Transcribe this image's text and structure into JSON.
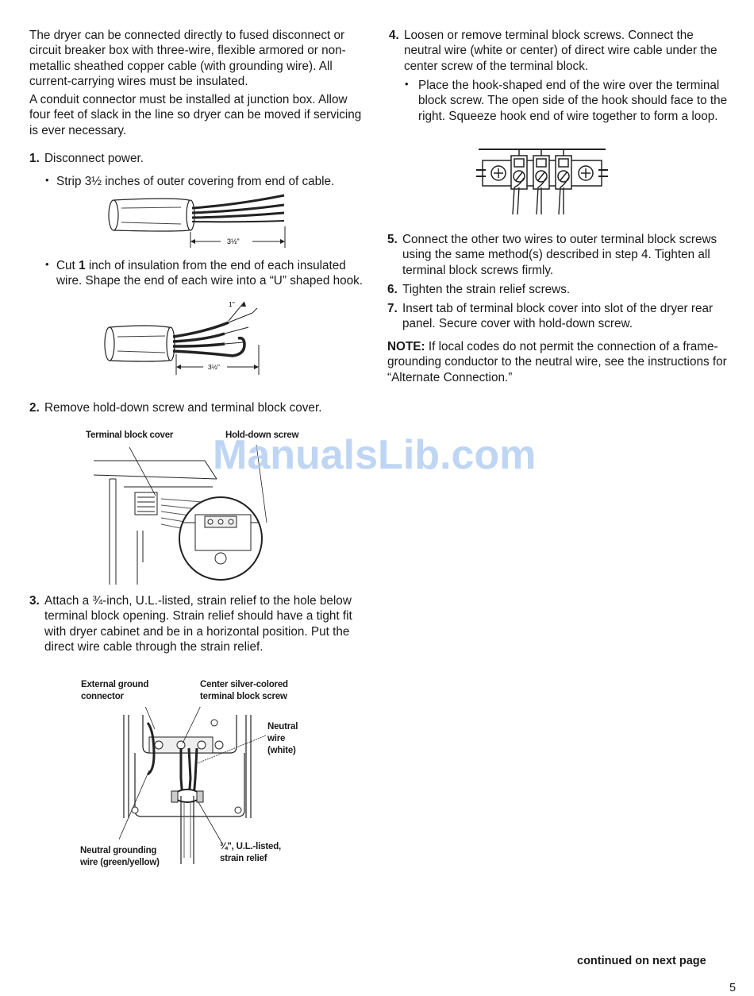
{
  "left_column": {
    "intro_1": "The dryer can be connected directly to fused disconnect or circuit breaker box with three-wire, flexible armored or non-metallic sheathed copper cable (with grounding wire). All current-carrying wires must be insulated.",
    "intro_2": "A conduit connector must be installed at junction box. Allow four feet of slack in the line so dryer can be moved if servicing is ever necessary.",
    "step1_num": "1.",
    "step1_text": "Disconnect power.",
    "step1_bullet1": "Strip 3½ inches of outer covering from end of cable.",
    "fig1_dim": "3½\"",
    "step1_bullet2_pre": "Cut ",
    "step1_bullet2_bold": "1",
    "step1_bullet2_post": " inch of insulation from the end of each insulated wire. Shape the end of each wire into a “U” shaped hook.",
    "fig2_dim_top": "1\"",
    "fig2_dim_bottom": "3½\"",
    "step2_num": "2.",
    "step2_text": "Remove hold-down screw and terminal block cover.",
    "fig3_label_left": "Terminal block cover",
    "fig3_label_right": "Hold-down screw",
    "step3_num": "3.",
    "step3_text": "Attach a ¾-inch, U.L.-listed, strain relief to the hole below terminal block opening. Strain relief should have a tight fit with dryer cabinet and be in a horizontal position. Put the direct wire cable through the strain relief.",
    "fig4_external_ground": "External ground connector",
    "fig4_center_screw": "Center silver-colored terminal block screw",
    "fig4_neutral_wire": "Neutral wire (white)",
    "fig4_neutral_grounding": "Neutral grounding wire (green/yellow)",
    "fig4_strain_relief": "¾\", U.L.-listed, strain relief"
  },
  "right_column": {
    "step4_num": "4.",
    "step4_text": "Loosen or remove terminal block screws. Connect the neutral wire (white or center) of direct wire cable under the center screw of the terminal block.",
    "step4_bullet": "Place the hook-shaped end of the wire over the terminal block screw. The open side of the hook should face to the right. Squeeze hook end of wire together to form a loop.",
    "step5_num": "5.",
    "step5_text": "Connect the other two wires to outer terminal block screws using the same method(s) described in step 4. Tighten all terminal block screws firmly.",
    "step6_num": "6.",
    "step6_text": "Tighten the strain relief screws.",
    "step7_num": "7.",
    "step7_text": "Insert tab of terminal block cover into slot of the dryer rear panel. Secure cover with hold-down screw.",
    "note_label": "NOTE:",
    "note_text": " If local codes do not permit the connection of a frame-grounding conductor to the neutral wire, see the instructions for “Alternate Connection.”"
  },
  "footer": {
    "continued": "continued on next page",
    "page_number": "5"
  },
  "watermark": "ManualsLib.com"
}
